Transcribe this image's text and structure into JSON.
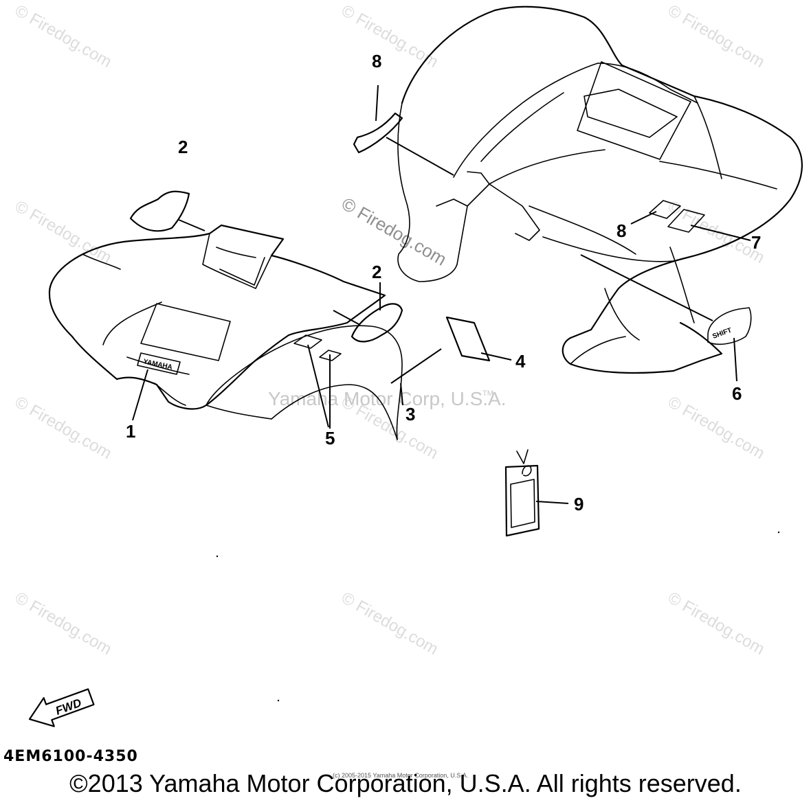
{
  "diagram": {
    "callouts": [
      {
        "id": "c1",
        "label": "1"
      },
      {
        "id": "c2a",
        "label": "2"
      },
      {
        "id": "c2b",
        "label": "2"
      },
      {
        "id": "c3",
        "label": "3"
      },
      {
        "id": "c4",
        "label": "4"
      },
      {
        "id": "c5",
        "label": "5"
      },
      {
        "id": "c6",
        "label": "6"
      },
      {
        "id": "c7",
        "label": "7"
      },
      {
        "id": "c8a",
        "label": "8"
      },
      {
        "id": "c8b",
        "label": "8"
      },
      {
        "id": "c9",
        "label": "9"
      }
    ],
    "part_reference": "4EM6100-4350",
    "direction_arrow_label": "FWD",
    "decals": {
      "yamaha_label": "YAMAHA",
      "side_emblem": "SHIFT"
    }
  },
  "watermarks": {
    "site": "© Firedog.com",
    "center": "Yamaha Motor Corp, U.S.A.",
    "tm": "TM",
    "small_copyright": "(c) 2005-2015 Yamaha Motor Corporation, U.S.A."
  },
  "footer": {
    "copyright": "©2013 Yamaha Motor Corporation, U.S.A. All rights reserved."
  }
}
